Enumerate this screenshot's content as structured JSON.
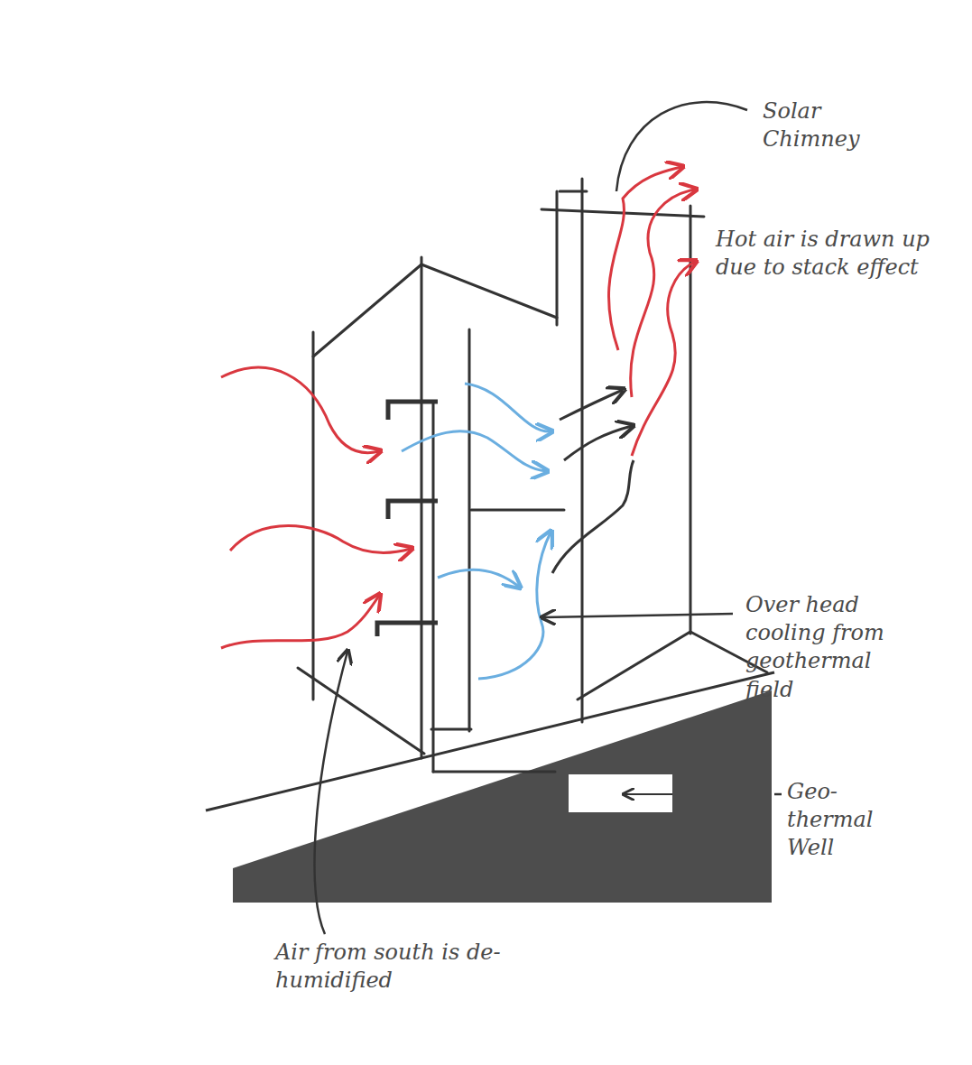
{
  "diagram": {
    "labels": [
      "Solar Chimney",
      "Hot air is drawn up due to stack effect",
      "Over head cooling from geothermal field",
      "Geo- thermal Well",
      "Air from south is de-humidified"
    ]
  }
}
